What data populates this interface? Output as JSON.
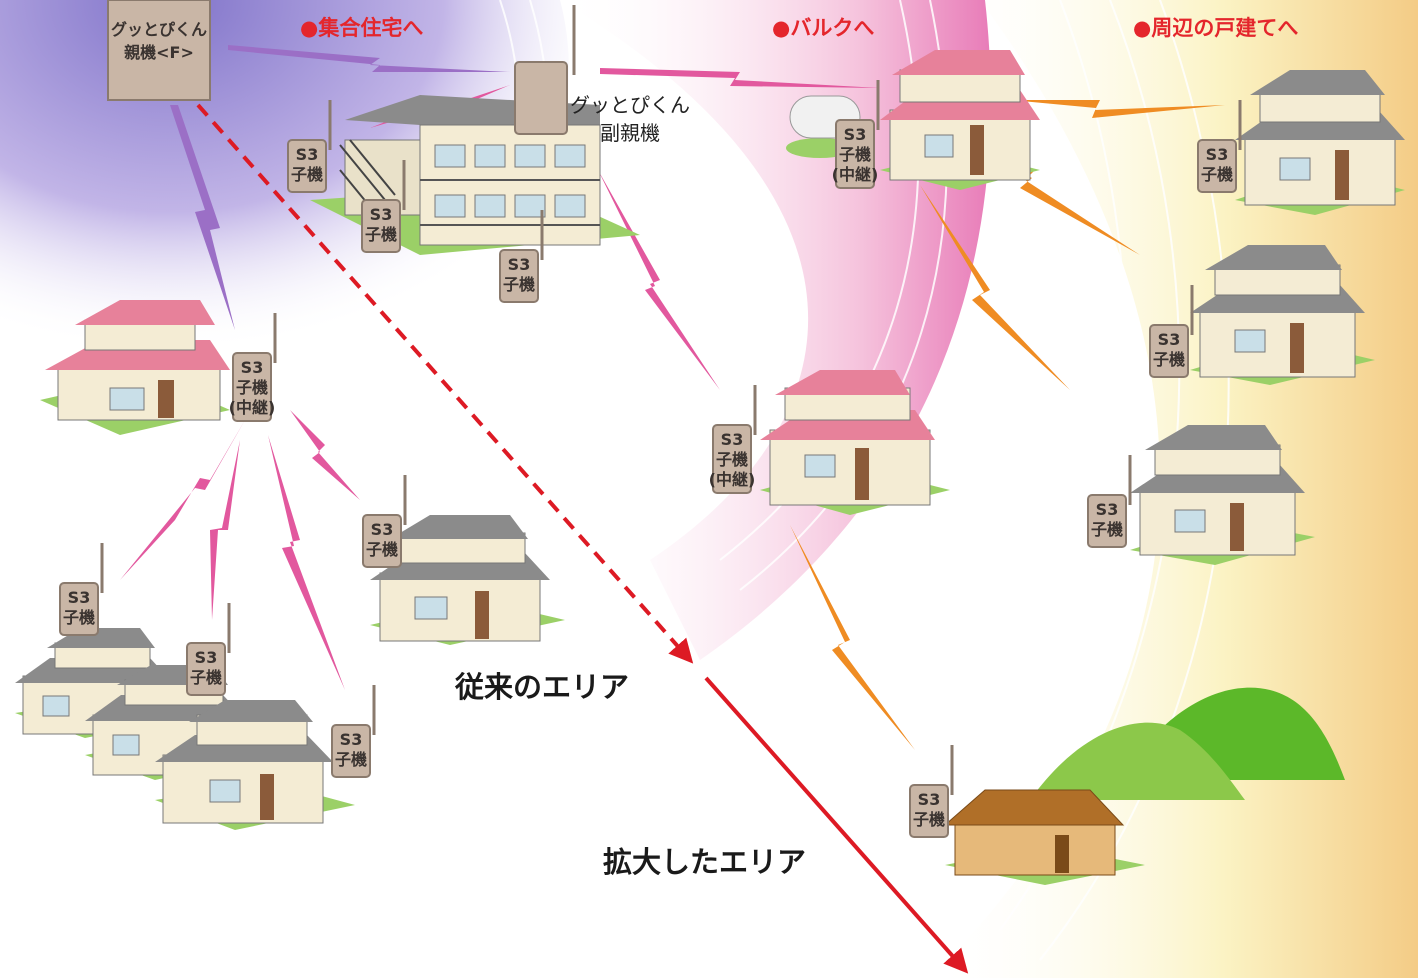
{
  "headings": {
    "apartment": "●集合住宅へ",
    "bulk": "●バルクへ",
    "houses": "●周辺の戸建てへ"
  },
  "parent_unit": {
    "line1": "グッとぴくん",
    "line2": "親機<F>"
  },
  "sub_unit": {
    "line1": "グッとぴくん",
    "line2": "副親機"
  },
  "child_unit": {
    "model": "S3",
    "name": "子機",
    "relay": "(中継)"
  },
  "areas": {
    "conventional": "従来のエリア",
    "expanded": "拡大したエリア"
  },
  "colors": {
    "heading": "#e4262c",
    "arrow": "#dd1a24",
    "signal_purple": "#9b6fc6",
    "signal_pink": "#e2589e",
    "signal_orange": "#ef8c23",
    "roof_pink": "#e7819a",
    "roof_gray": "#8b8b8b",
    "roof_brown": "#b06f28",
    "device": "#c9b6a6",
    "lawn": "#9bd067",
    "hill": "#7fc23a"
  }
}
